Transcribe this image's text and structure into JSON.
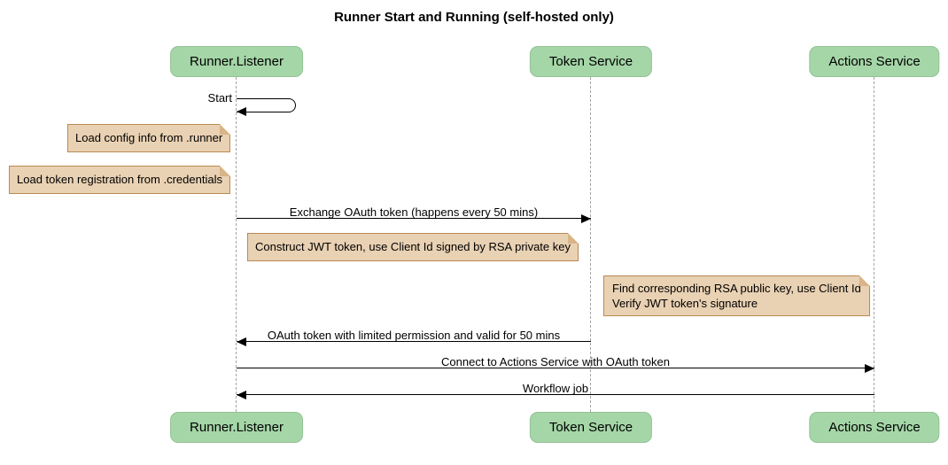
{
  "diagram": {
    "type": "sequence",
    "title": "Runner Start and Running (self-hosted only)",
    "participants": [
      {
        "label": "Runner.Listener"
      },
      {
        "label": "Token Service"
      },
      {
        "label": "Actions Service"
      }
    ],
    "messages": [
      {
        "label": "Start",
        "from": "Runner.Listener",
        "to": "Runner.Listener",
        "kind": "self"
      },
      {
        "label": "Exchange OAuth token (happens every 50 mins)",
        "from": "Runner.Listener",
        "to": "Token Service",
        "kind": "solid"
      },
      {
        "label": "OAuth token with limited permission and valid for 50 mins",
        "from": "Token Service",
        "to": "Runner.Listener",
        "kind": "solid"
      },
      {
        "label": "Connect to Actions Service with OAuth token",
        "from": "Runner.Listener",
        "to": "Actions Service",
        "kind": "solid"
      },
      {
        "label": "Workflow job",
        "from": "Actions Service",
        "to": "Runner.Listener",
        "kind": "solid"
      }
    ],
    "notes": [
      {
        "text": "Load config info from .runner",
        "placement": "left of Runner.Listener"
      },
      {
        "text": "Load token registration from .credentials",
        "placement": "left of Runner.Listener"
      },
      {
        "text": "Construct JWT token, use Client Id signed by RSA private key",
        "placement": "over Runner.Listener and Token Service"
      },
      {
        "lines": [
          "Find corresponding RSA public key, use Client Id",
          "Verify JWT token's signature"
        ],
        "placement": "over Token Service and Actions Service"
      }
    ],
    "colors": {
      "participant_fill": "#a5d6a7",
      "participant_border": "#93c297",
      "note_fill": "#e9d1b3",
      "note_border": "#ba8a54",
      "lifeline": "#a3a3a3",
      "arrow": "#000000",
      "background": "#ffffff"
    }
  }
}
